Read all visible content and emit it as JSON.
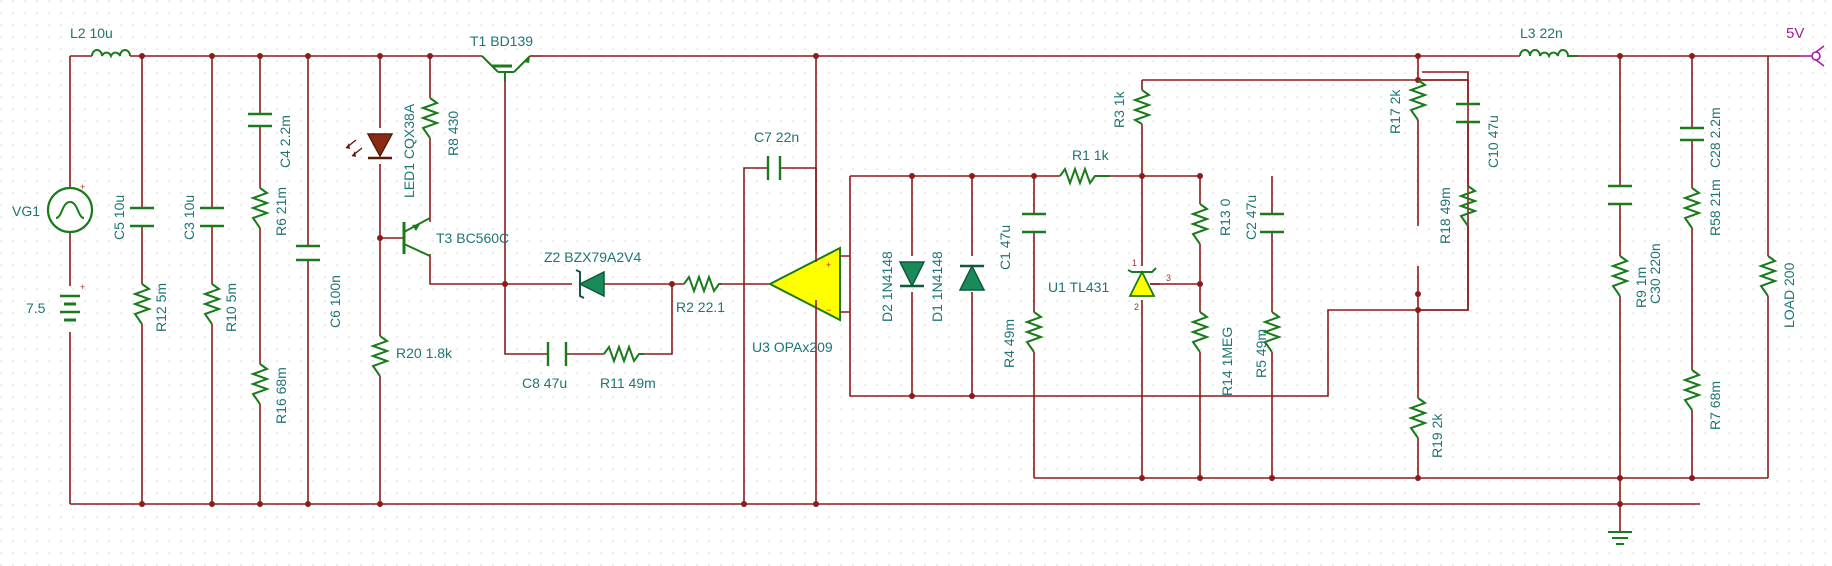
{
  "labels": {
    "l2": "L2 10u",
    "t1": "T1 BD139",
    "l3": "L3 22n",
    "out": "5V",
    "vg1": "VG1",
    "bat": "7.5",
    "c5": "C5 10u",
    "r12": "R12 5m",
    "c3": "C3 10u",
    "r10": "R10 5m",
    "c4": "C4 2.2m",
    "r6": "R6 21m",
    "r16": "R16 68m",
    "c6": "C6 100n",
    "led1": "LED1 CQX38A",
    "r8": "R8 430",
    "t3": "T3 BC560C",
    "r20": "R20 1.8k",
    "z2": "Z2 BZX79A2V4",
    "r2": "R2 22.1",
    "c8": "C8 47u",
    "r11": "R11 49m",
    "c7": "C7 22n",
    "u3": "U3 OPAx209",
    "d2": "D2 1N4148",
    "d1": "D1 1N4148",
    "c1": "C1 47u",
    "r4": "R4 49m",
    "r3": "R3 1k",
    "r1": "R1 1k",
    "u1": "U1 TL431",
    "r13": "R13 0",
    "c2": "C2 47u",
    "r14": "R14 1MEG",
    "r5": "R5 49m",
    "r17": "R17 2k",
    "c10": "C10 47u",
    "r18": "R18 49m",
    "r19": "R19 2k",
    "r9": "R9 1m",
    "c30": "C30 220n",
    "r58": "R58 21m",
    "c28": "C28 2.2m",
    "r7": "R7 68m",
    "load": "LOAD 200"
  },
  "pins": {
    "p1": "1",
    "p2": "2",
    "p3": "3",
    "plus": "+",
    "minus": "−"
  },
  "colors": {
    "wire": "#8a1c1c",
    "component": "#1b7a1b",
    "label": "#1f7474",
    "opamp_fill": "#ffff00",
    "terminal": "#a020a0"
  }
}
